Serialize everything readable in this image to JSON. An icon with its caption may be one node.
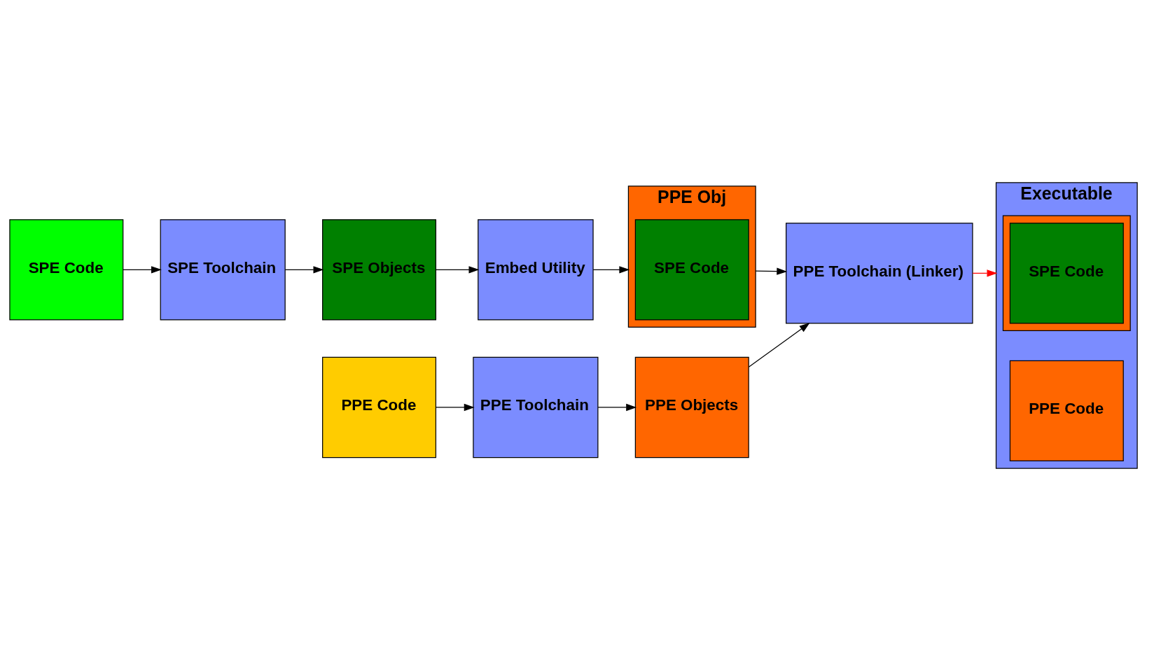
{
  "diagram": {
    "nodes": [
      {
        "text": [
          "SPE Code"
        ]
      },
      {
        "text": [
          "SPE Toolchain"
        ]
      },
      {
        "text": [
          "SPE Objects"
        ]
      },
      {
        "text": [
          "Embed Utility"
        ]
      },
      {
        "text": [
          "Executable"
        ]
      },
      {
        "text": [],
        "shape": "box",
        "in": 4
      },
      {
        "text": [
          "SPE Code"
        ],
        "in": 5
      },
      {
        "text": [
          "PPE Obj"
        ]
      },
      {
        "text": [
          "SPE Code"
        ],
        "in": 7
      },
      {
        "text": [
          "PPE Code"
        ]
      },
      {
        "text": [
          "PPE Toolchain"
        ]
      },
      {
        "text": [
          "PPE Objects"
        ]
      },
      {
        "text": [
          "PPE Toolchain (Linker)"
        ]
      },
      {
        "text": [
          "PPE Code"
        ],
        "in": 4
      }
    ],
    "edges": [
      {
        "from": 0,
        "to": 1,
        "arrow": "to"
      },
      {
        "from": 1,
        "to": 2,
        "arrow": "to"
      },
      {
        "from": 2,
        "to": 3,
        "arrow": "to"
      },
      {
        "from": 3,
        "to": 7,
        "arrow": "to"
      },
      {
        "from": 7,
        "to": 12,
        "arrow": "to"
      },
      {
        "from": 9,
        "to": 10,
        "arrow": "to"
      },
      {
        "from": 10,
        "to": 11,
        "arrow": "to"
      },
      {
        "from": 11,
        "to": 12,
        "arrow": "to"
      },
      {
        "from": 12,
        "to": 4,
        "arrow": "to",
        "color": "#ff0000"
      }
    ]
  }
}
